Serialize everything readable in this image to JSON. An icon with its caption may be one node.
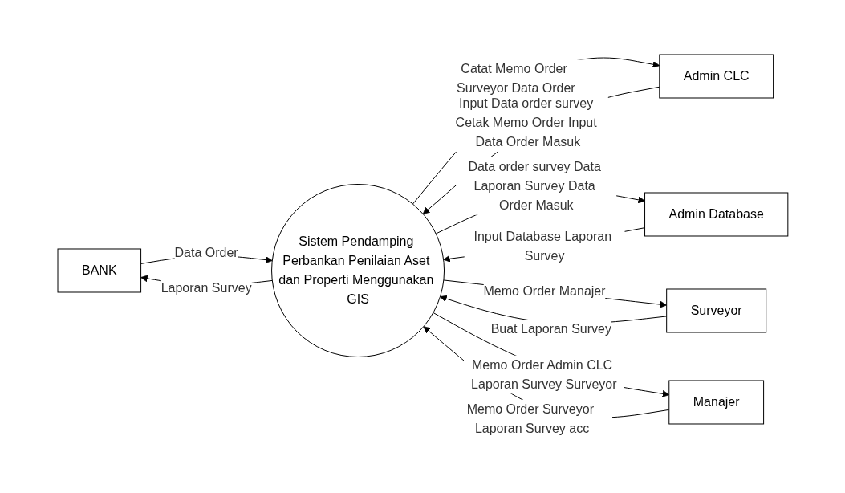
{
  "diagram": {
    "nodes": [
      {
        "text": [
          "BANK"
        ]
      },
      {
        "text": [
          "Sistem Pendamping Perbankan Penilaian Aset dan Properti Menggunakan GIS"
        ]
      },
      {
        "text": [
          "Admin CLC"
        ]
      },
      {
        "text": [
          "Admin Database"
        ]
      },
      {
        "text": [
          "Surveyor"
        ]
      },
      {
        "text": [
          "Manajer"
        ]
      }
    ],
    "edges": [
      {
        "from": 0,
        "to": 1,
        "arrow": "to",
        "label": "Data Order"
      },
      {
        "from": 1,
        "to": 0,
        "arrow": "to",
        "label": "Laporan Survey"
      },
      {
        "from": 2,
        "to": 1,
        "arrow": "to",
        "label": "Input Data order survey Cetak Memo Order Input Data Order Masuk"
      },
      {
        "from": 1,
        "to": 2,
        "arrow": "to",
        "label": "Catat Memo Order Surveyor Data Order"
      },
      {
        "from": 1,
        "to": 3,
        "arrow": "to",
        "label": "Data order survey Data Laporan Survey Data Order Masuk"
      },
      {
        "from": 3,
        "to": 1,
        "arrow": "to",
        "label": "Input Database Laporan Survey"
      },
      {
        "from": 1,
        "to": 4,
        "arrow": "to",
        "label": "Memo Order Manajer"
      },
      {
        "from": 4,
        "to": 1,
        "arrow": "to",
        "label": "Buat Laporan Survey"
      },
      {
        "from": 1,
        "to": 5,
        "arrow": "to",
        "label": "Memo Order Admin CLC Laporan Survey Surveyor"
      },
      {
        "from": 5,
        "to": 1,
        "arrow": "to",
        "label": "Memo Order Surveyor Laporan Survey acc"
      }
    ]
  }
}
